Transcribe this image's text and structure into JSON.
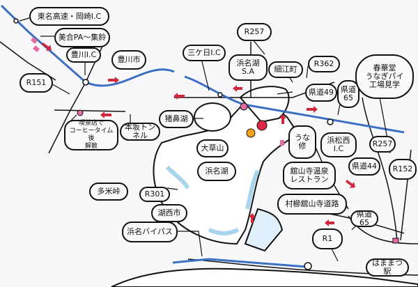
{
  "map": {
    "colors": {
      "highway": "#3b6fc4",
      "lake": "#ffffff",
      "lake_shade": "#a8d4ee",
      "arrow": "#d0283c",
      "spot_pink": "#e86aa4",
      "spot_red": "#e0284a",
      "spot_orange": "#f5a21a"
    },
    "labels": [
      "東名高速・岡崎I.C",
      "美合PA〜集鈴",
      "豊川I.C",
      "豊川市",
      "R151",
      "喫茶店で\nコーヒータイム後\n解散",
      "本坂トンネル",
      "猪鼻湖",
      "大草山",
      "浜名湖",
      "多米峠",
      "R301",
      "湖西市",
      "浜名バイパス",
      "三ケ日I.C",
      "浜名湖\nS.A",
      "細江町",
      "R257",
      "R362",
      "県道49",
      "県道\n65",
      "春華堂\nうなぎパイ\n工場見学",
      "うな\n修",
      "浜松西\nI.C",
      "R257",
      "県道44",
      "R152",
      "舘山寺温泉\nレストラン",
      "村櫛舘山寺道路",
      "県道65",
      "R1",
      "はままつ駅"
    ]
  }
}
